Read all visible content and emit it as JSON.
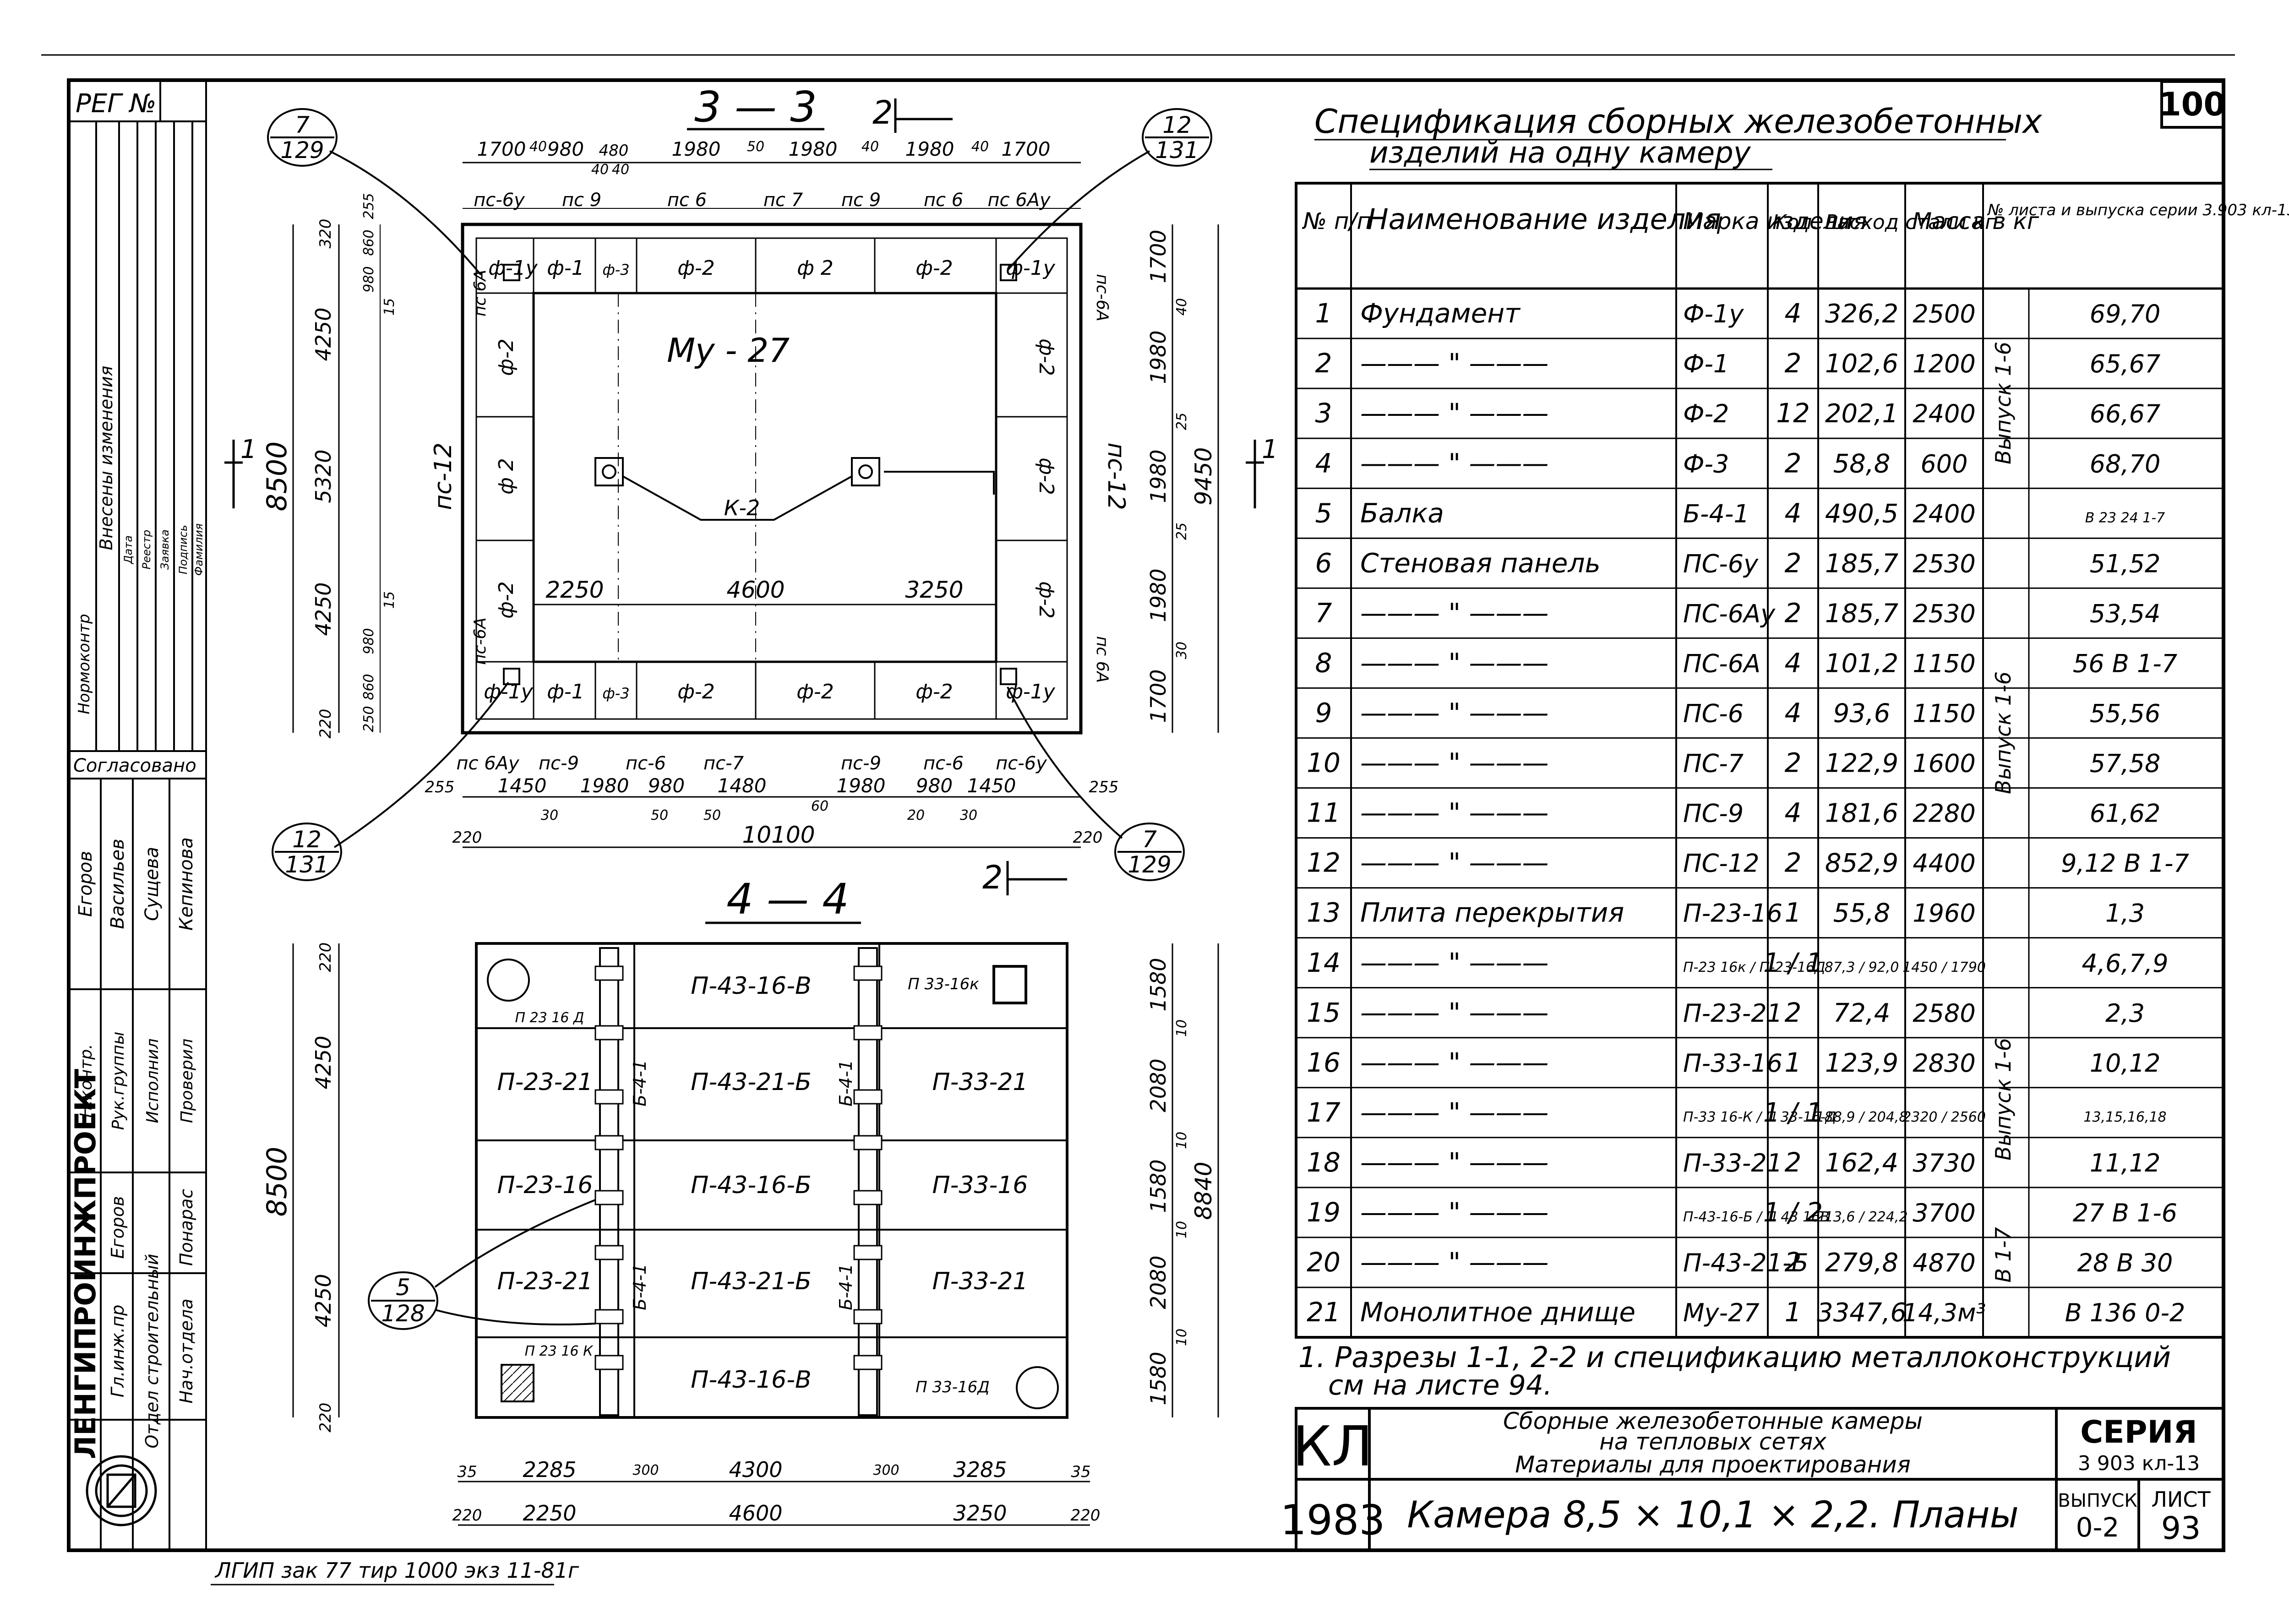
{
  "sheet": {
    "reg": "РЕГ №",
    "sheet_number": "100",
    "bottom_note": "ЛГИП  зак 77  тир 1000 экз  11-81г"
  },
  "side": {
    "change_header": "Внесены изменения",
    "change_cols": [
      "Дата",
      "Реестр",
      "Заявка",
      "Подпись",
      "Фамилия"
    ],
    "normocontrol": "Нормоконтр",
    "agreed": "Согласовано",
    "agreed_names": [
      "Егоров",
      "Васильев",
      "Сущева",
      "Кепинова"
    ],
    "roles": [
      "Н.контр.",
      "Рук.группы",
      "Исполнил",
      "Проверил"
    ],
    "org": "ЛЕНГИПРОИНЖПРОЕКТ",
    "chief": [
      "Гл.инж.пр",
      "Отдел строительный",
      "Нач.отдела"
    ],
    "chief_names": [
      "Егоров",
      "",
      "Понарас"
    ]
  },
  "plan33": {
    "title": "3 — 3",
    "cut": "2",
    "top_dims": [
      "1700",
      "40",
      "980",
      "480",
      "1980",
      "50",
      "1980",
      "40",
      "1980",
      "40",
      "1700"
    ],
    "top_dims2": [
      "40",
      "40"
    ],
    "top_panels": [
      "пс-6у",
      "пс 9",
      "пс 6",
      "пс 7",
      "пс 9",
      "пс 6",
      "пс 6Ау"
    ],
    "left_dims": [
      "320",
      "4250",
      "5320",
      "4250",
      "220"
    ],
    "left_total": "8500",
    "left_small": [
      "255",
      "860",
      "980",
      "15",
      "15",
      "980",
      "860",
      "250"
    ],
    "right_dims": [
      "1700",
      "1980",
      "1980",
      "1980",
      "1700"
    ],
    "right_small": [
      "40",
      "25",
      "25",
      "30"
    ],
    "right_total": "9450",
    "foundations_top": [
      "ф-1у",
      "ф-1",
      "ф-3",
      "ф-2",
      "ф 2",
      "ф-2",
      "ф-1у"
    ],
    "foundations_bottom": [
      "ф-1у",
      "ф-1",
      "ф-3",
      "ф-2",
      "ф-2",
      "ф-2",
      "ф-1у"
    ],
    "foundations_left": [
      "ф-2",
      "ф 2",
      "ф-2"
    ],
    "foundations_right": [
      "ф-2",
      "ф-2",
      "ф-2"
    ],
    "side_panels_left": [
      "пс 6А",
      "пс-12",
      "пс-6А"
    ],
    "side_panels_right": [
      "пс-6А",
      "пс-12",
      "пс 6А"
    ],
    "slab": "Му - 27",
    "gutter": "К-2",
    "inner_dims": [
      "2250",
      "4600",
      "3250"
    ],
    "bottom_panels": [
      "пс 6Ау",
      "пс-9",
      "пс-6",
      "пс-7",
      "пс-9",
      "пс-6",
      "пс-6у"
    ],
    "bottom_dims": [
      "255",
      "1450",
      "1980",
      "980",
      "1480",
      "1980",
      "980",
      "1450",
      "255"
    ],
    "bottom_small": [
      "30",
      "50",
      "50",
      "60",
      "20",
      "30"
    ],
    "bottom_total": "10100",
    "bottom_edge": [
      "220",
      "220"
    ],
    "callouts": [
      {
        "top": "7",
        "bottom": "129"
      },
      {
        "top": "12",
        "bottom": "131"
      },
      {
        "top": "12",
        "bottom": "131"
      },
      {
        "top": "7",
        "bottom": "129"
      }
    ],
    "section_mark": "1"
  },
  "plan44": {
    "title": "4 — 4",
    "slabs_center": [
      "П-43-16-В",
      "П-43-21-Б",
      "П-43-16-Б",
      "П-43-21-Б",
      "П-43-16-В"
    ],
    "slabs_left": [
      "П 23 16 Д",
      "П-23-21",
      "П-23-16",
      "П-23-21",
      "П 23 16 К"
    ],
    "slabs_right": [
      "П 33-16к",
      "П-33-21",
      "П-33-16",
      "П-33-21",
      "П 33-16Д"
    ],
    "beams": [
      "Б-4-1",
      "Б-4-1",
      "Б-4-1",
      "Б-4-1"
    ],
    "left_dims": [
      "220",
      "4250",
      "4250",
      "220"
    ],
    "left_total": "8500",
    "right_dims": [
      "1580",
      "2080",
      "1580",
      "2080",
      "1580"
    ],
    "right_small": [
      "10",
      "10",
      "10",
      "10"
    ],
    "right_total": "8840",
    "bottom_dims1": [
      "35",
      "2285",
      "300",
      "4300",
      "300",
      "3285",
      "35"
    ],
    "bottom_dims2": [
      "220",
      "2250",
      "4600",
      "3250",
      "220"
    ],
    "callout": {
      "top": "5",
      "bottom": "128"
    }
  },
  "spec": {
    "title_line1": "Спецификация сборных железобетонных",
    "title_line2": "изделий на одну камеру",
    "headers": [
      "№ п/п",
      "Наименование изделия",
      "Марка изделия",
      "Кол. шт",
      "Расход стали кг",
      "Масса в кг",
      "№ листа и выпуска серии 3.903 кл-13"
    ],
    "rows": [
      [
        "1",
        "Фундамент",
        "Ф-1у",
        "4",
        "326,2",
        "2500",
        "69,70"
      ],
      [
        "2",
        "——— \" ———",
        "Ф-1",
        "2",
        "102,6",
        "1200",
        "65,67"
      ],
      [
        "3",
        "——— \" ———",
        "Ф-2",
        "12",
        "202,1",
        "2400",
        "66,67"
      ],
      [
        "4",
        "——— \" ———",
        "Ф-3",
        "2",
        "58,8",
        "600",
        "68,70"
      ],
      [
        "5",
        "Балка",
        "Б-4-1",
        "4",
        "490,5",
        "2400",
        "В 23 24  1-7"
      ],
      [
        "6",
        "Стеновая панель",
        "ПС-6у",
        "2",
        "185,7",
        "2530",
        "51,52"
      ],
      [
        "7",
        "——— \" ———",
        "ПС-6Ау",
        "2",
        "185,7",
        "2530",
        "53,54"
      ],
      [
        "8",
        "——— \" ———",
        "ПС-6А",
        "4",
        "101,2",
        "1150",
        "56 В 1-7"
      ],
      [
        "9",
        "——— \" ———",
        "ПС-6",
        "4",
        "93,6",
        "1150",
        "55,56"
      ],
      [
        "10",
        "——— \" ———",
        "ПС-7",
        "2",
        "122,9",
        "1600",
        "57,58"
      ],
      [
        "11",
        "——— \" ———",
        "ПС-9",
        "4",
        "181,6",
        "2280",
        "61,62"
      ],
      [
        "12",
        "——— \" ———",
        "ПС-12",
        "2",
        "852,9",
        "4400",
        "9,12 В 1-7"
      ],
      [
        "13",
        "Плита перекрытия",
        "П-23-16",
        "1",
        "55,8",
        "1960",
        "1,3"
      ],
      [
        "14",
        "——— \" ———",
        "П-23 16к / П-23-16Д",
        "1 / 1",
        "87,3 / 92,0",
        "1450 / 1790",
        "4,6,7,9"
      ],
      [
        "15",
        "——— \" ———",
        "П-23-21",
        "2",
        "72,4",
        "2580",
        "2,3"
      ],
      [
        "16",
        "——— \" ———",
        "П-33-16",
        "1",
        "123,9",
        "2830",
        "10,12"
      ],
      [
        "17",
        "——— \" ———",
        "П-33 16-К / П 33-16-Д",
        "1 / 1",
        "188,9 / 204,8",
        "2320 / 2560",
        "13,15,16,18"
      ],
      [
        "18",
        "——— \" ———",
        "П-33-21",
        "2",
        "162,4",
        "3730",
        "11,12"
      ],
      [
        "19",
        "——— \" ———",
        "П-43-16-Б / П 43 16В",
        "1 / 2",
        "213,6 / 224,2",
        "3700",
        "27 В 1-6"
      ],
      [
        "20",
        "——— \" ———",
        "П-43-21-Б",
        "2",
        "279,8",
        "4870",
        "28 В 30"
      ],
      [
        "21",
        "Монолитное днище",
        "Му-27",
        "1",
        "3347,6",
        "14,3м³",
        "В 136 0-2"
      ]
    ],
    "vypusk_labels": [
      "Выпуск 1-6",
      "Выпуск 1-6",
      "Выпуск 1-6",
      "В 1-7"
    ]
  },
  "note": {
    "line1": "1. Разрезы 1-1, 2-2 и спецификацию металлоконструкций",
    "line2": "см на листе 94."
  },
  "title_block": {
    "kl": "КЛ",
    "year": "1983",
    "desc1": "Сборные железобетонные камеры",
    "desc2": "на тепловых сетях",
    "desc3": "Материалы для проектирования",
    "series_label": "СЕРИЯ",
    "series_value": "3 903 кл-13",
    "sheet_title": "Камера 8,5 × 10,1 × 2,2. Планы",
    "vypusk_label": "ВЫПУСК",
    "vypusk_value": "0-2",
    "list_label": "ЛИСТ",
    "list_value": "93"
  }
}
